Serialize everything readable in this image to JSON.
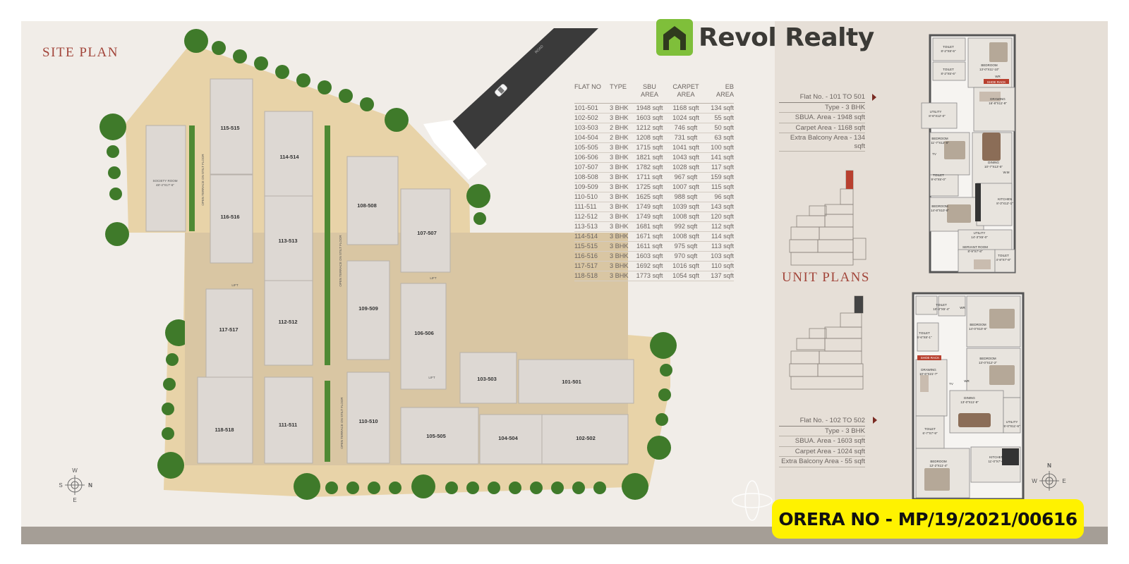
{
  "site_plan": {
    "title": "SITE PLAN",
    "road_label": "ROAD",
    "society_room": "SOCIETY ROOM",
    "society_room_size": "48'-4\"X17'-6\"",
    "open_terrace": "OPEN TERRACE ON STILT FLOOR",
    "lift": "LIFT",
    "units": [
      "101-501",
      "102-502",
      "103-503",
      "104-504",
      "105-505",
      "106-506",
      "107-507",
      "108-508",
      "109-509",
      "110-510",
      "111-511",
      "112-512",
      "113-513",
      "114-514",
      "115-515",
      "116-516",
      "117-517",
      "118-518"
    ],
    "compass": {
      "n": "N",
      "s": "S",
      "w": "W",
      "e": "E"
    }
  },
  "brand": {
    "name": "Revol Realty",
    "logo_color": "#7fbf3a"
  },
  "table": {
    "headers": {
      "flat_no": "FLAT NO",
      "type": "TYPE",
      "sbu_line1": "SBU",
      "sbu_line2": "AREA",
      "carpet_line1": "CARPET",
      "carpet_line2": "AREA",
      "eb_line1": "EB",
      "eb_line2": "AREA"
    },
    "rows": [
      [
        "101-501",
        "3 BHK",
        "1948 sqft",
        "1168 sqft",
        "134 sqft"
      ],
      [
        "102-502",
        "3 BHK",
        "1603 sqft",
        "1024 sqft",
        "55 sqft"
      ],
      [
        "103-503",
        "2 BHK",
        "1212 sqft",
        "746 sqft",
        "50 sqft"
      ],
      [
        "104-504",
        "2 BHK",
        "1208 sqft",
        "731 sqft",
        "63 sqft"
      ],
      [
        "105-505",
        "3 BHK",
        "1715 sqft",
        "1041 sqft",
        "100 sqft"
      ],
      [
        "106-506",
        "3 BHK",
        "1821 sqft",
        "1043 sqft",
        "141 sqft"
      ],
      [
        "107-507",
        "3 BHK",
        "1782 sqft",
        "1028 sqft",
        "117 sqft"
      ],
      [
        "108-508",
        "3 BHK",
        "1711 sqft",
        "967 sqft",
        "159 sqft"
      ],
      [
        "109-509",
        "3 BHK",
        "1725 sqft",
        "1007 sqft",
        "115 sqft"
      ],
      [
        "110-510",
        "3 BHK",
        "1625 sqft",
        "988 sqft",
        "96 sqft"
      ],
      [
        "111-511",
        "3 BHK",
        "1749 sqft",
        "1039 sqft",
        "143 sqft"
      ],
      [
        "112-512",
        "3 BHK",
        "1749 sqft",
        "1008 sqft",
        "120 sqft"
      ],
      [
        "113-513",
        "3 BHK",
        "1681 sqft",
        "992 sqft",
        "112 sqft"
      ],
      [
        "114-514",
        "3 BHK",
        "1671 sqft",
        "1008 sqft",
        "114 sqft"
      ],
      [
        "115-515",
        "3 BHK",
        "1611 sqft",
        "975 sqft",
        "113 sqft"
      ],
      [
        "116-516",
        "3 BHK",
        "1603 sqft",
        "970 sqft",
        "103 sqft"
      ],
      [
        "117-517",
        "3 BHK",
        "1692 sqft",
        "1016 sqft",
        "110 sqft"
      ],
      [
        "118-518",
        "3 BHK",
        "1773 sqft",
        "1054 sqft",
        "137 sqft"
      ]
    ]
  },
  "unit_plans": {
    "title": "UNIT PLANS",
    "plan_a": {
      "flat_no": "Flat No. - 101 TO 501",
      "type": "Type - 3 BHK",
      "sbua": "SBUA. Area - 1948 sqft",
      "carpet": "Carpet Area - 1168 sqft",
      "balcony": "Extra Balcony Area - 134 sqft",
      "rooms": {
        "toilet1": "TOILET",
        "toilet1_size": "8'-2\"X8'-5\"",
        "bedroom1": "BEDROOM",
        "bedroom1_size": "13'-0\"X11'-10\"",
        "toilet2": "TOILET",
        "toilet2_size": "8'-2\"X5'-6\"",
        "drawing": "DRAWING",
        "drawing_size": "16'-8\"X11'-9\"",
        "utility1": "UTILITY",
        "utility1_size": "8'-6\"X12'-0\"",
        "bedroom2": "BEDROOM",
        "bedroom2_size": "11'-7\"X12'-8\"",
        "dining": "DINING",
        "dining_size": "10'-7\"X13'-5\"",
        "toilet3": "TOILET",
        "toilet3_size": "9'-0\"X5'-0\"",
        "bedroom3": "BEDROOM",
        "bedroom3_size": "14'-8\"X10'-8\"",
        "kitchen": "KITCHEN",
        "kitchen_size": "8'-3\"X12'-1\"",
        "utility2": "UTILITY",
        "utility2_size": "14'-3\"X5'-0\"",
        "servant": "SERVANT ROOM",
        "servant_size": "8'-9\"X7'-8\"",
        "toilet4": "TOILET",
        "toilet4_size": "4'-8\"X7'-8\"",
        "wr": "WR",
        "shoe_rack": "SHOE RACK",
        "tv": "TV",
        "wm": "W.M"
      }
    },
    "plan_b": {
      "flat_no": "Flat No. - 102 TO 502",
      "type": "Type - 3 BHK",
      "sbua": "SBUA. Area - 1603 sqft",
      "carpet": "Carpet Area - 1024 sqft",
      "balcony": "Extra Balcony Area - 55 sqft",
      "rooms": {
        "toilet1": "TOILET",
        "toilet1_size": "10'-2\"X5'-4\"",
        "bedroom1": "BEDROOM",
        "bedroom1_size": "14'-0\"X10'-6\"",
        "toilet2": "TOILET",
        "toilet2_size": "5'-6\"X8'-1\"",
        "shoe_rack": "SHOE RACK",
        "bedroom2": "BEDROOM",
        "bedroom2_size": "13'-0\"X12'-2\"",
        "drawing": "DRAWING",
        "drawing_size": "10'-6\"X21'-7\"",
        "dining": "DINING",
        "dining_size": "13'-0\"X11'-9\"",
        "utility": "UTILITY",
        "utility_size": "5'-0\"X11'-6\"",
        "toilet3": "TOILET",
        "toilet3_size": "6'-7\"X7'-9\"",
        "kitchen": "KITCHEN",
        "kitchen_size": "11'-0\"X7'-0\"",
        "bedroom3": "BEDROOM",
        "bedroom3_size": "12'-2\"X11'-4\"",
        "wr": "WR",
        "tv": "TV"
      }
    }
  },
  "rera": "ORERA NO - MP/19/2021/00616"
}
